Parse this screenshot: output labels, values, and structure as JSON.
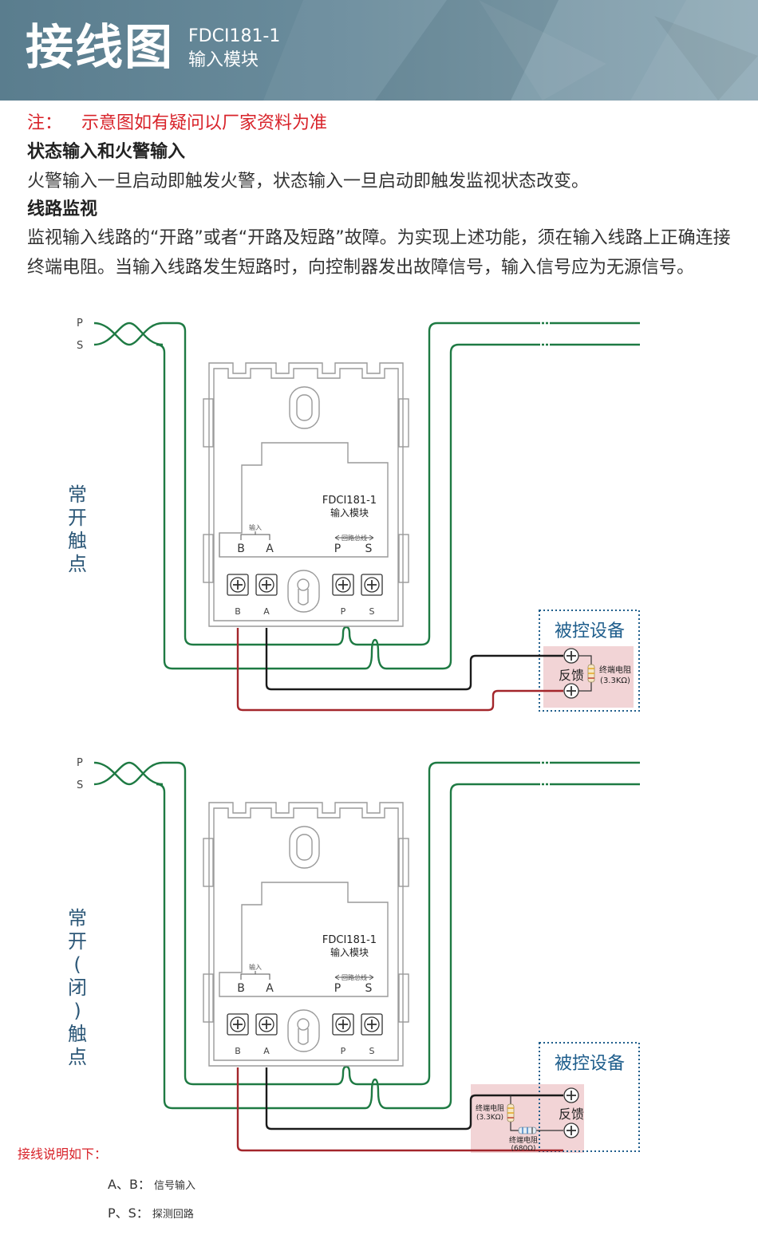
{
  "header": {
    "title": "接线图",
    "model": "FDCI181-1",
    "subtitle": "输入模块"
  },
  "note": {
    "prefix": "注：",
    "text": "示意图如有疑问以厂家资料为准"
  },
  "sections": [
    {
      "heading": "状态输入和火警输入",
      "body": "火警输入一旦启动即触发火警，状态输入一旦启动即触发监视状态改变。"
    },
    {
      "heading": "线路监视",
      "body": "监视输入线路的“开路”或者“开路及短路”故障。为实现上述功能，须在输入线路上正确连接终端电阻。当输入线路发生短路时，向控制器发出故障信号，输入信号应为无源信号。"
    }
  ],
  "diagrams": [
    {
      "side_label": "常开触点",
      "bus_labels": {
        "p": "P",
        "s": "S"
      },
      "module": {
        "model": "FDCI181-1",
        "name": "输入模块",
        "input_label": "输入",
        "loop_label": "回路总线",
        "term_top": [
          "B",
          "A",
          "P",
          "S"
        ],
        "term_bottom": [
          "B",
          "A",
          "P",
          "S"
        ]
      },
      "device": {
        "title": "被控设备",
        "feedback": "反馈",
        "resistor1_name": "终端电阻",
        "resistor1_value": "(3.3KΩ)"
      }
    },
    {
      "side_label": "常开(闭)触点",
      "bus_labels": {
        "p": "P",
        "s": "S"
      },
      "module": {
        "model": "FDCI181-1",
        "name": "输入模块",
        "input_label": "输入",
        "loop_label": "回路总线",
        "term_top": [
          "B",
          "A",
          "P",
          "S"
        ],
        "term_bottom": [
          "B",
          "A",
          "P",
          "S"
        ]
      },
      "device": {
        "title": "被控设备",
        "feedback": "反馈",
        "resistor1_name": "终端电阻",
        "resistor1_value": "(3.3KΩ)",
        "resistor2_name": "终端电阻",
        "resistor2_value": "(680Ω)"
      }
    }
  ],
  "footer": {
    "title": "接线说明如下：",
    "items": [
      {
        "key": "A、B：",
        "desc": "信号输入"
      },
      {
        "key": "P、S：",
        "desc": "探测回路"
      }
    ]
  },
  "colors": {
    "header": "#5f8293",
    "note": "#d8232a",
    "wire_green": "#1e7a43",
    "wire_red": "#a3262b",
    "wire_black": "#1a1a1a",
    "device_label": "#1f5e8c",
    "device_bg": "#f2d4d6",
    "side_label": "#2d5878"
  }
}
